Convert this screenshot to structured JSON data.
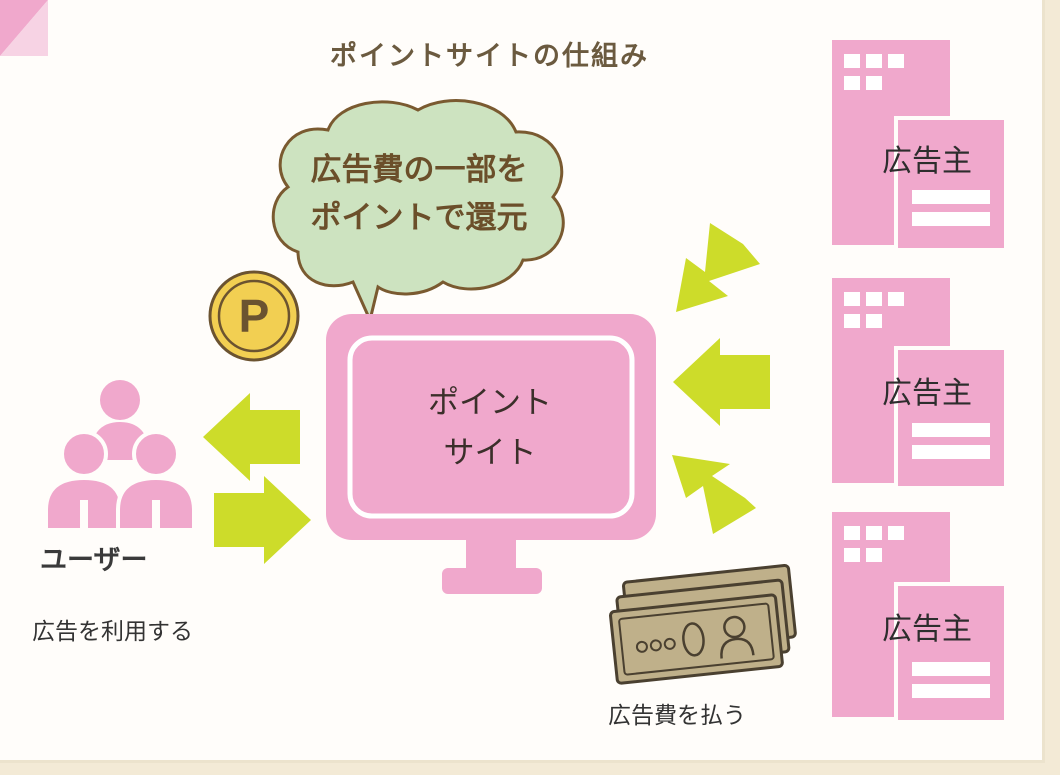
{
  "title": "ポイントサイトの仕組み",
  "bubble": {
    "line1": "広告費の一部を",
    "line2": "ポイントで還元"
  },
  "coin": {
    "symbol": "P"
  },
  "site": {
    "line1": "ポイント",
    "line2": "サイト"
  },
  "user": {
    "label": "ユーザー",
    "action": "広告を利用する"
  },
  "advertisers": [
    {
      "label": "広告主"
    },
    {
      "label": "広告主"
    },
    {
      "label": "広告主"
    }
  ],
  "payment": {
    "label": "広告費を払う"
  },
  "colors": {
    "pink": "#f0a8cc",
    "arrow_green": "#cddc2a",
    "bubble_green": "#cde3c0",
    "coin_gold": "#f2cf52",
    "money_brown": "#bfb08a",
    "title_brown": "#6b5a3f"
  }
}
